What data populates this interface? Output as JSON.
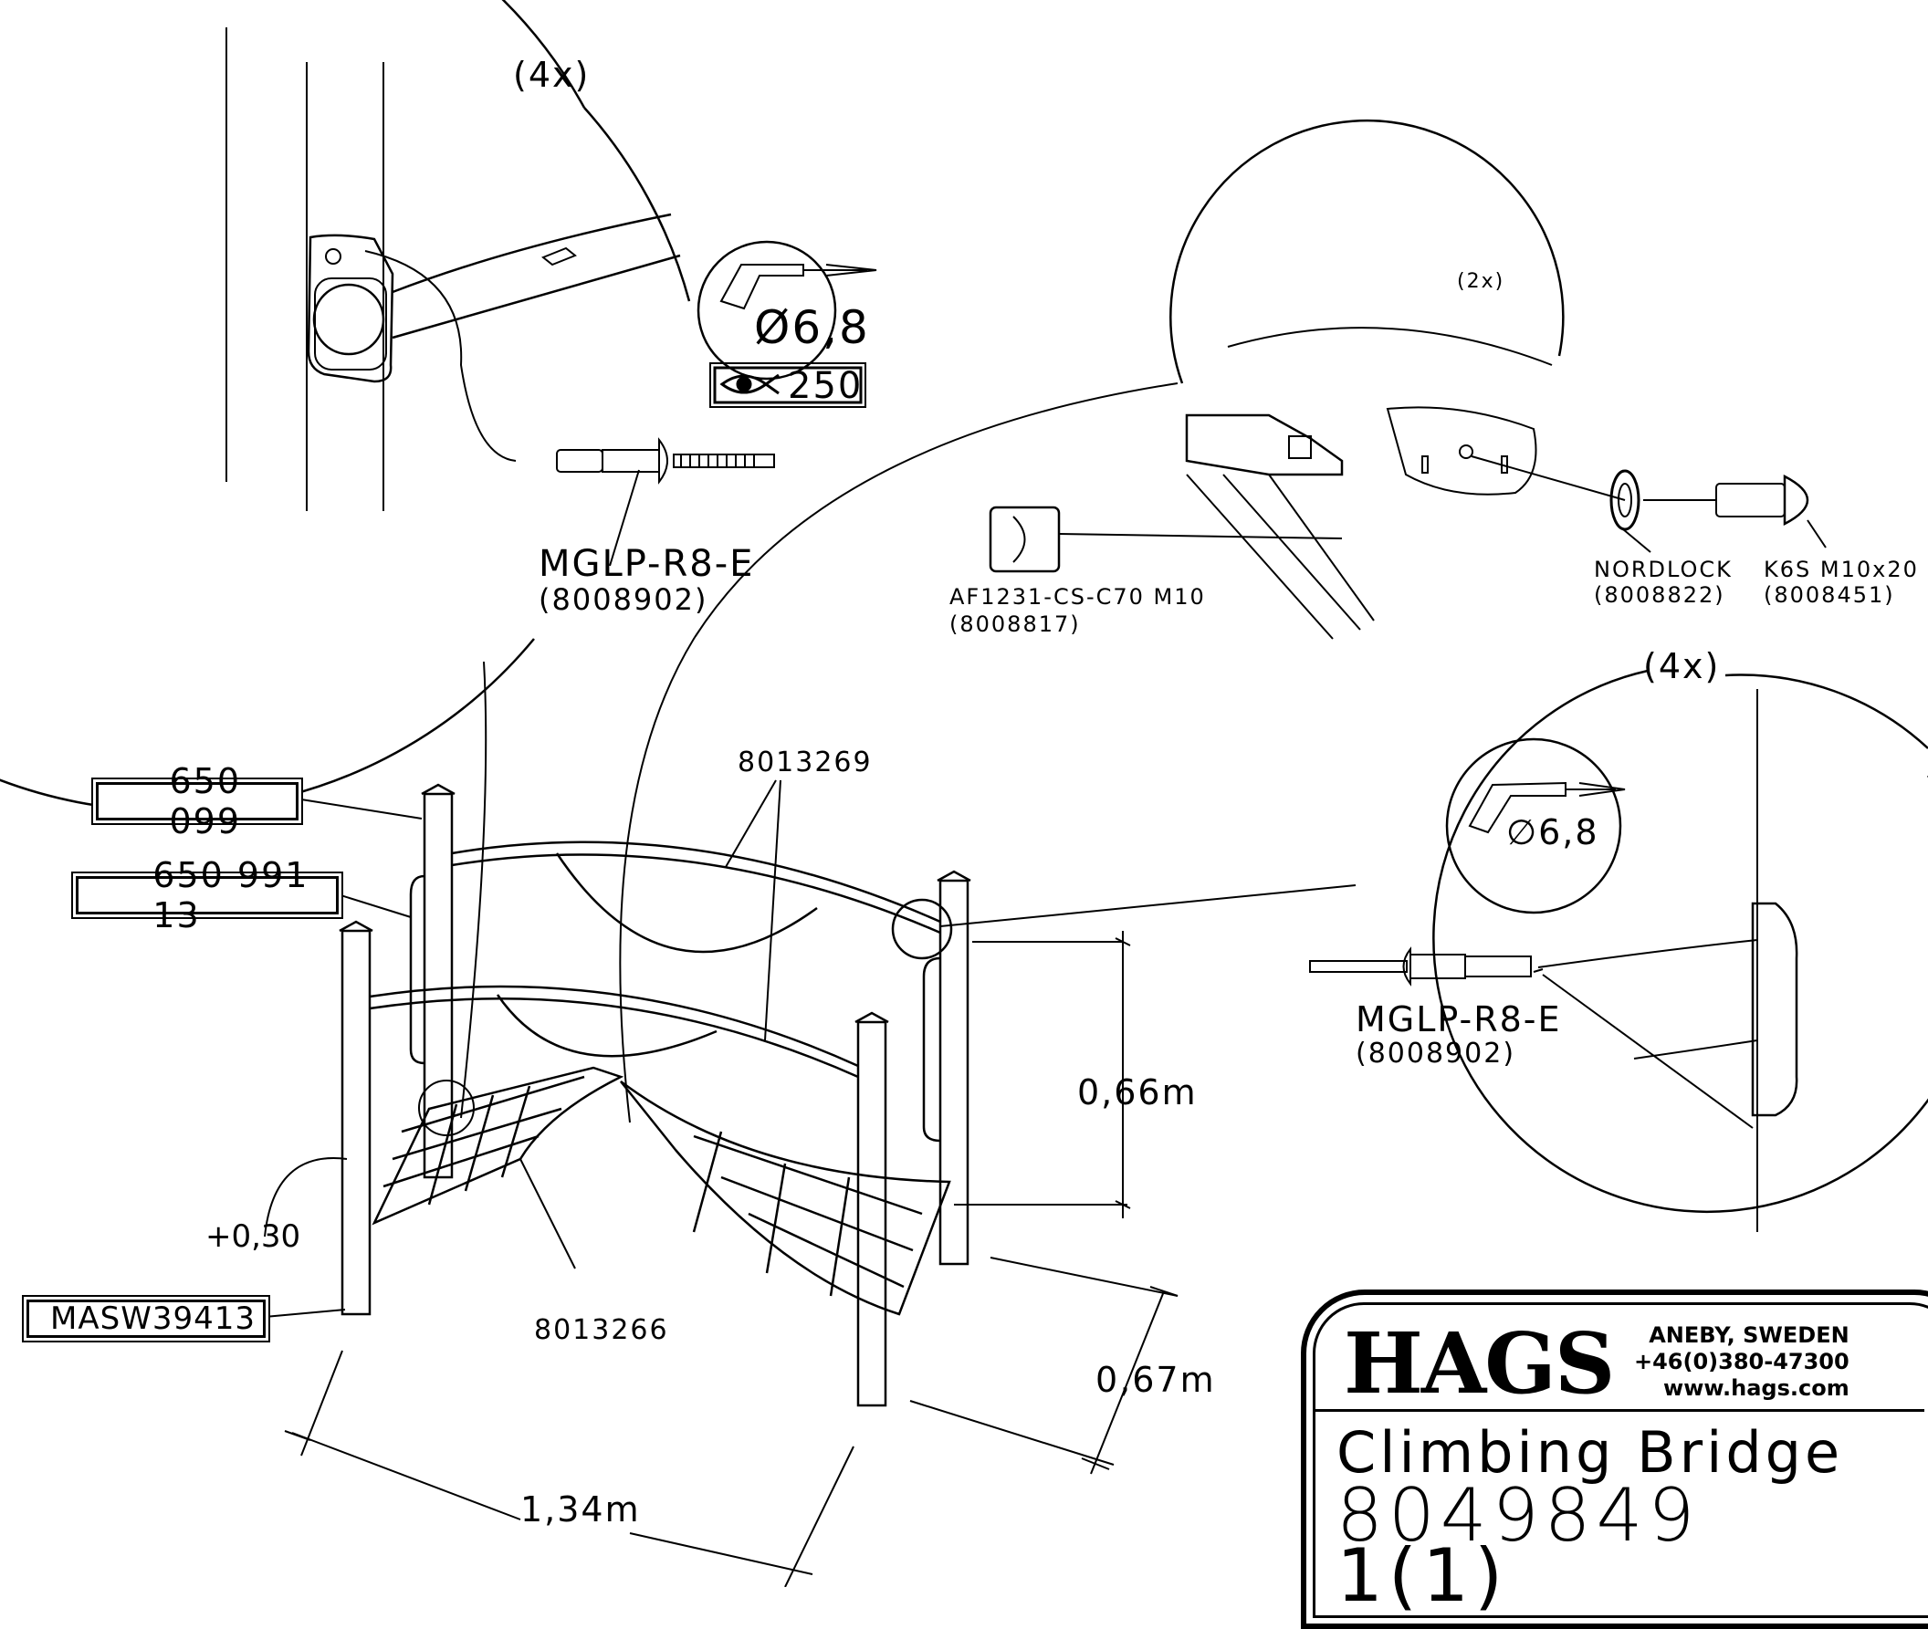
{
  "detail_top_left": {
    "quantity": "(4x)",
    "drill_size": "Ø6,8",
    "drill_ref": "250",
    "part_code": "MGLP-R8-E",
    "part_number": "(8008902)"
  },
  "detail_top_right": {
    "quantity": "(2x)",
    "part_a_code": "AF1231-CS-C70 M10",
    "part_a_number": "(8008817)",
    "part_b_code": "NORDLOCK",
    "part_b_number": "(8008822)",
    "part_c_code": "K6S M10x20",
    "part_c_number": "(8008451)"
  },
  "detail_right": {
    "quantity": "(4x)",
    "drill_size": "∅6,8",
    "part_code": "MGLP-R8-E",
    "part_number": "(8008902)"
  },
  "main_view": {
    "tag_1": "650 099",
    "tag_2": "650 991 13",
    "tag_3": "MASW39413",
    "rail_part": "8013269",
    "net_part": "8013266",
    "height_offset": "+0,30",
    "dim_height": "0,66m",
    "dim_depth": "0,67m",
    "dim_length": "1,34m"
  },
  "title_block": {
    "brand": "HAGS",
    "location": "ANEBY, SWEDEN",
    "phone": "+46(0)380-47300",
    "website": "www.hags.com",
    "product_name": "Climbing Bridge",
    "product_number": "8049849",
    "sheet": "1(1)"
  }
}
